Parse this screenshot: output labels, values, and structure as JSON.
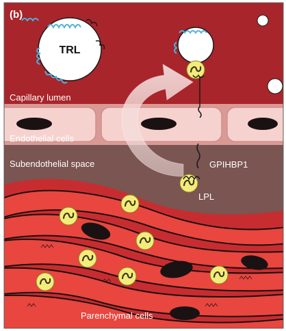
{
  "panel": {
    "letter": "(b)"
  },
  "labels": {
    "trl": "TRL",
    "capillary_lumen": "Capillary lumen",
    "endothelial_cells": "Endothelial cells",
    "subendothelial_space": "Subendothelial space",
    "gpihbp1": "GPIHBP1",
    "lpl": "LPL",
    "parenchymal_cells": "Parenchymal cells"
  },
  "colors": {
    "lumen": "#a8252b",
    "endothelial_band": "#e8b3b0",
    "endothelial_cell": "#f6d2cf",
    "subendothelial": "#7a5551",
    "parenchymal_bg": "#c72d30",
    "parenchymal_cell": "#e8463f",
    "nucleus": "#1a1212",
    "lpl_yellow": "#f3ec7a",
    "trl_fringe": "#4fb3d9",
    "arrow": "#f2d8d6"
  }
}
